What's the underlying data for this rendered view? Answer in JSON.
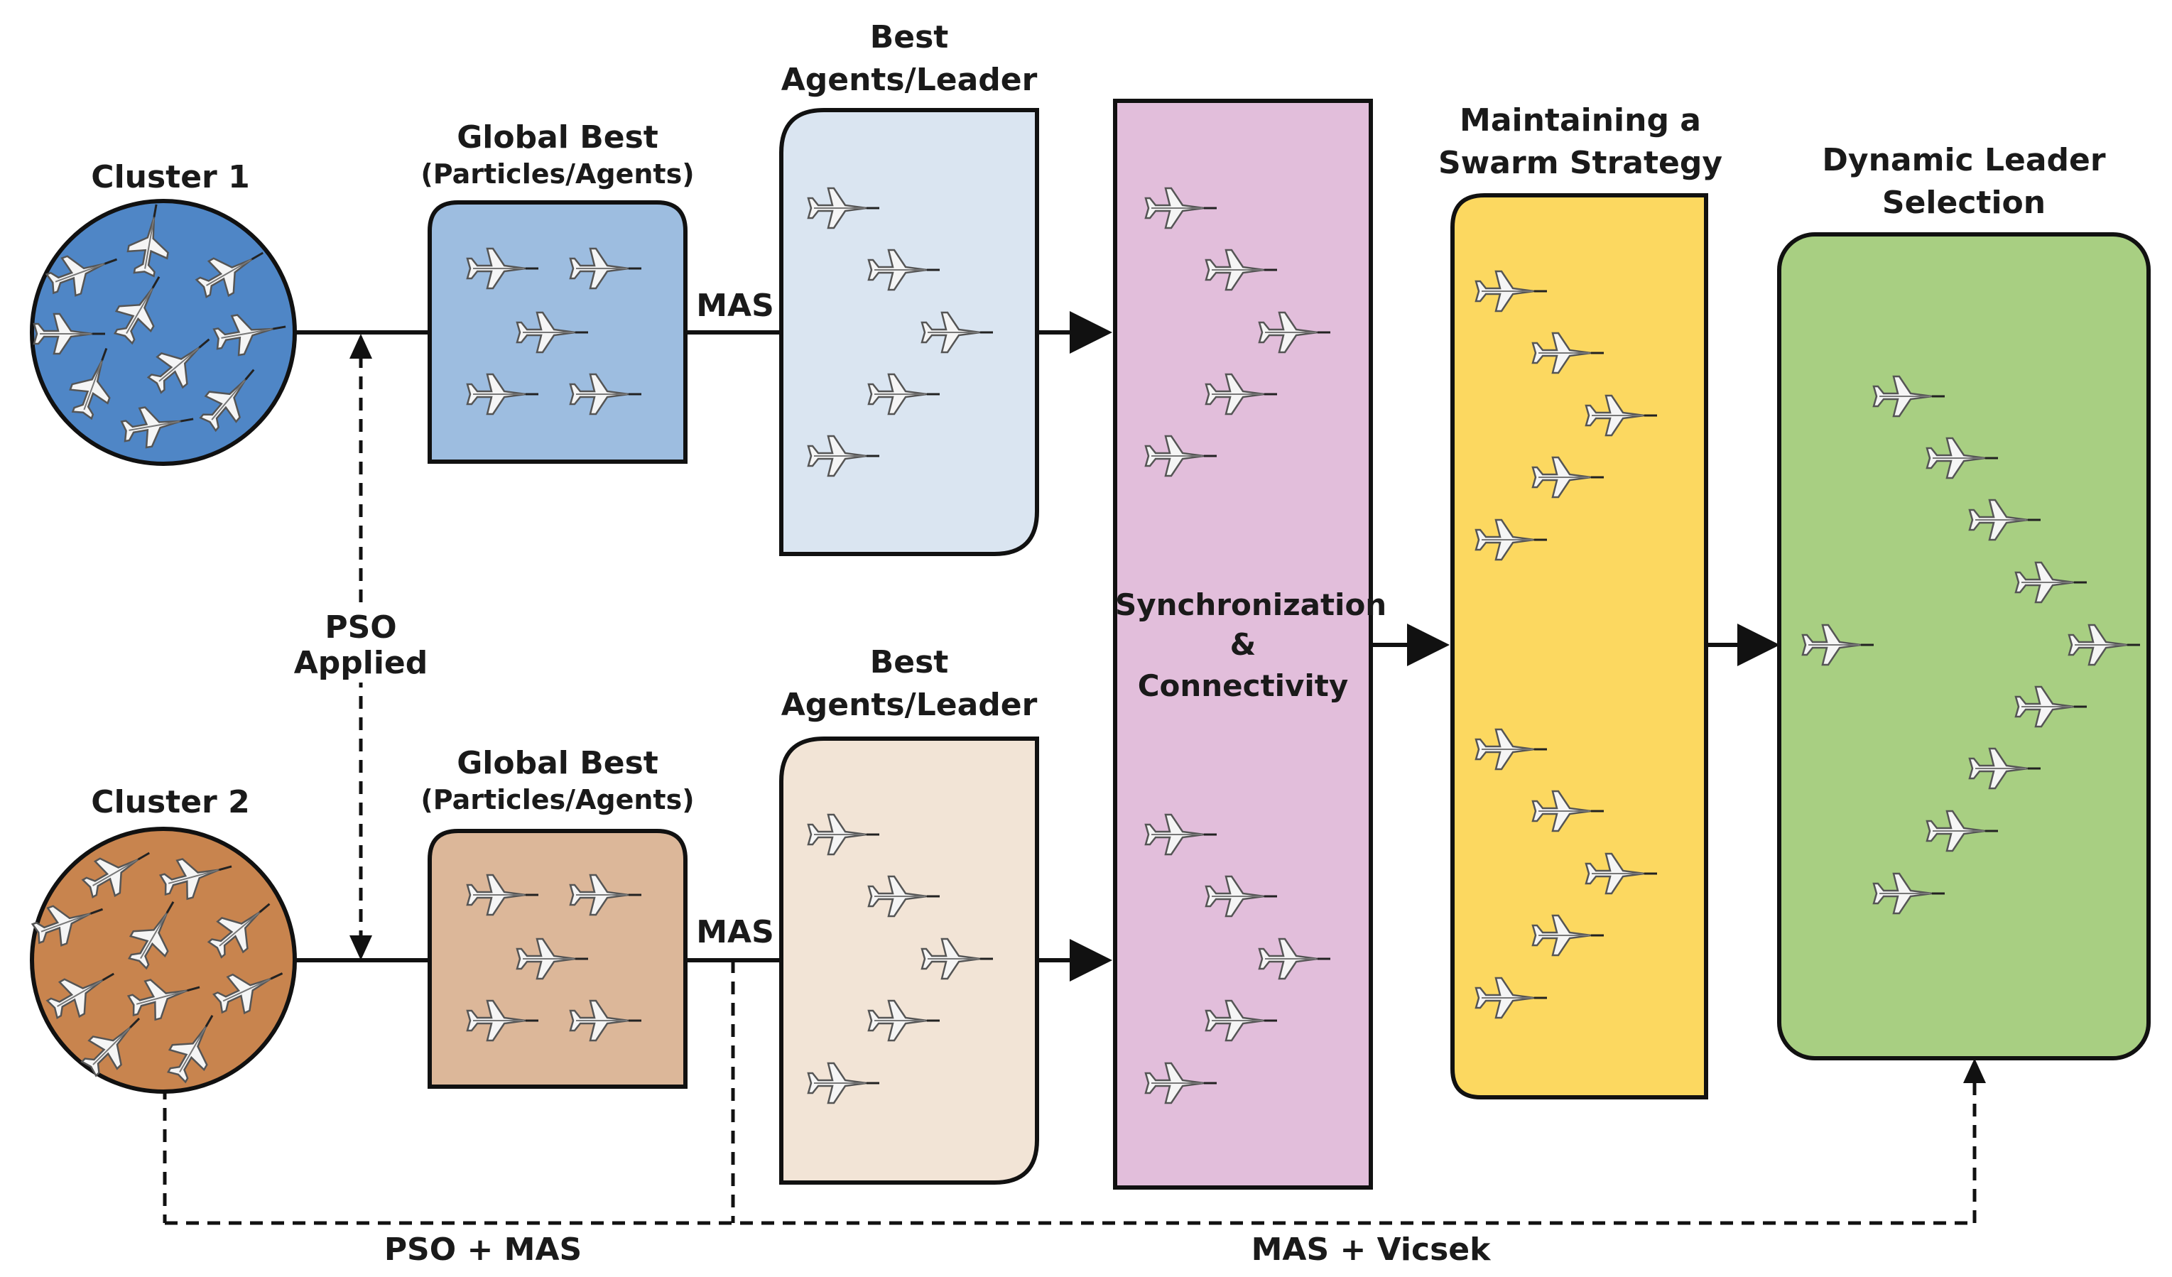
{
  "colors": {
    "cluster1": "#4f86c6",
    "cluster2": "#c8844e",
    "global_best1": "#9dbde0",
    "global_best2": "#dcb799",
    "best_agents1": "#dae5f1",
    "best_agents2": "#f2e4d6",
    "sync": "#e2bedb",
    "swarm": "#fcd860",
    "leader": "#a8cf82",
    "stroke": "#111111"
  },
  "icons": {
    "agent": "plane-icon"
  },
  "labels": {
    "cluster1": "Cluster 1",
    "cluster2": "Cluster 2",
    "global_best_title": "Global Best",
    "global_best_sub": "(Particles/Agents)",
    "mas": "MAS",
    "best_agents_line1": "Best",
    "best_agents_line2": "Agents/Leader",
    "pso_applied_line1": "PSO",
    "pso_applied_line2": "Applied",
    "sync_line1": "Synchronization",
    "sync_line2": "&",
    "sync_line3": "Connectivity",
    "swarm_line1": "Maintaining a",
    "swarm_line2": "Swarm Strategy",
    "leader_line1": "Dynamic Leader",
    "leader_line2": "Selection",
    "pso_mas": "PSO + MAS",
    "mas_vicsek": "MAS + Vicsek"
  }
}
